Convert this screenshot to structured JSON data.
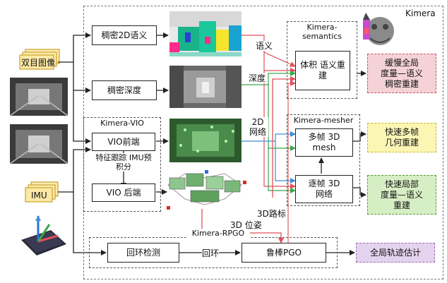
{
  "outer_label": "Kimera",
  "inputs": {
    "stereo": "双目图像",
    "imu": "IMU"
  },
  "boxes": {
    "dense2d": "稠密2D语义",
    "densedepth": "稠密深度",
    "vio_front": "VIO前端",
    "vio_back": "VIO 后端",
    "vio_mid": "特征跟踪 IMU预积分",
    "volumetric": "体积 语义重建",
    "multiframe": "多帧 3D mesh",
    "perframe": "逐帧 3D 网络",
    "loop_detect": "回环检测",
    "robust_pgo": "鲁棒PGO"
  },
  "groups": {
    "vio": "Kimera-VIO",
    "semantics": "Kimera- semantics",
    "mesher": "Kimera-mesher",
    "rpgo": "Kimera-RPGO"
  },
  "edge_labels": {
    "semantic": "语义",
    "depth": "深度",
    "net2d": "2D 网络",
    "path3d": "3D路标",
    "pose3d": "3D 位姿",
    "loop": "回环"
  },
  "outputs": {
    "slow_global": {
      "text": "缓慢全局 度量—语义 稠密重建",
      "bg": "#f4d2d6",
      "border": "#d0506a"
    },
    "fast_multi": {
      "text": "快速多帧 几何重建",
      "bg": "#fbf6b4",
      "border": "#c9b92a"
    },
    "fast_local": {
      "text": "快速局部 度量—语义 重建",
      "bg": "#d6eec4",
      "border": "#5a9e3a"
    },
    "global_traj": {
      "text": "全局轨迹估计",
      "bg": "#e4d3ee",
      "border": "#9b6db8"
    }
  },
  "colors": {
    "red": "#e0505a",
    "green": "#3aa84a",
    "blue": "#3a8fd8",
    "dark": "#222222"
  }
}
